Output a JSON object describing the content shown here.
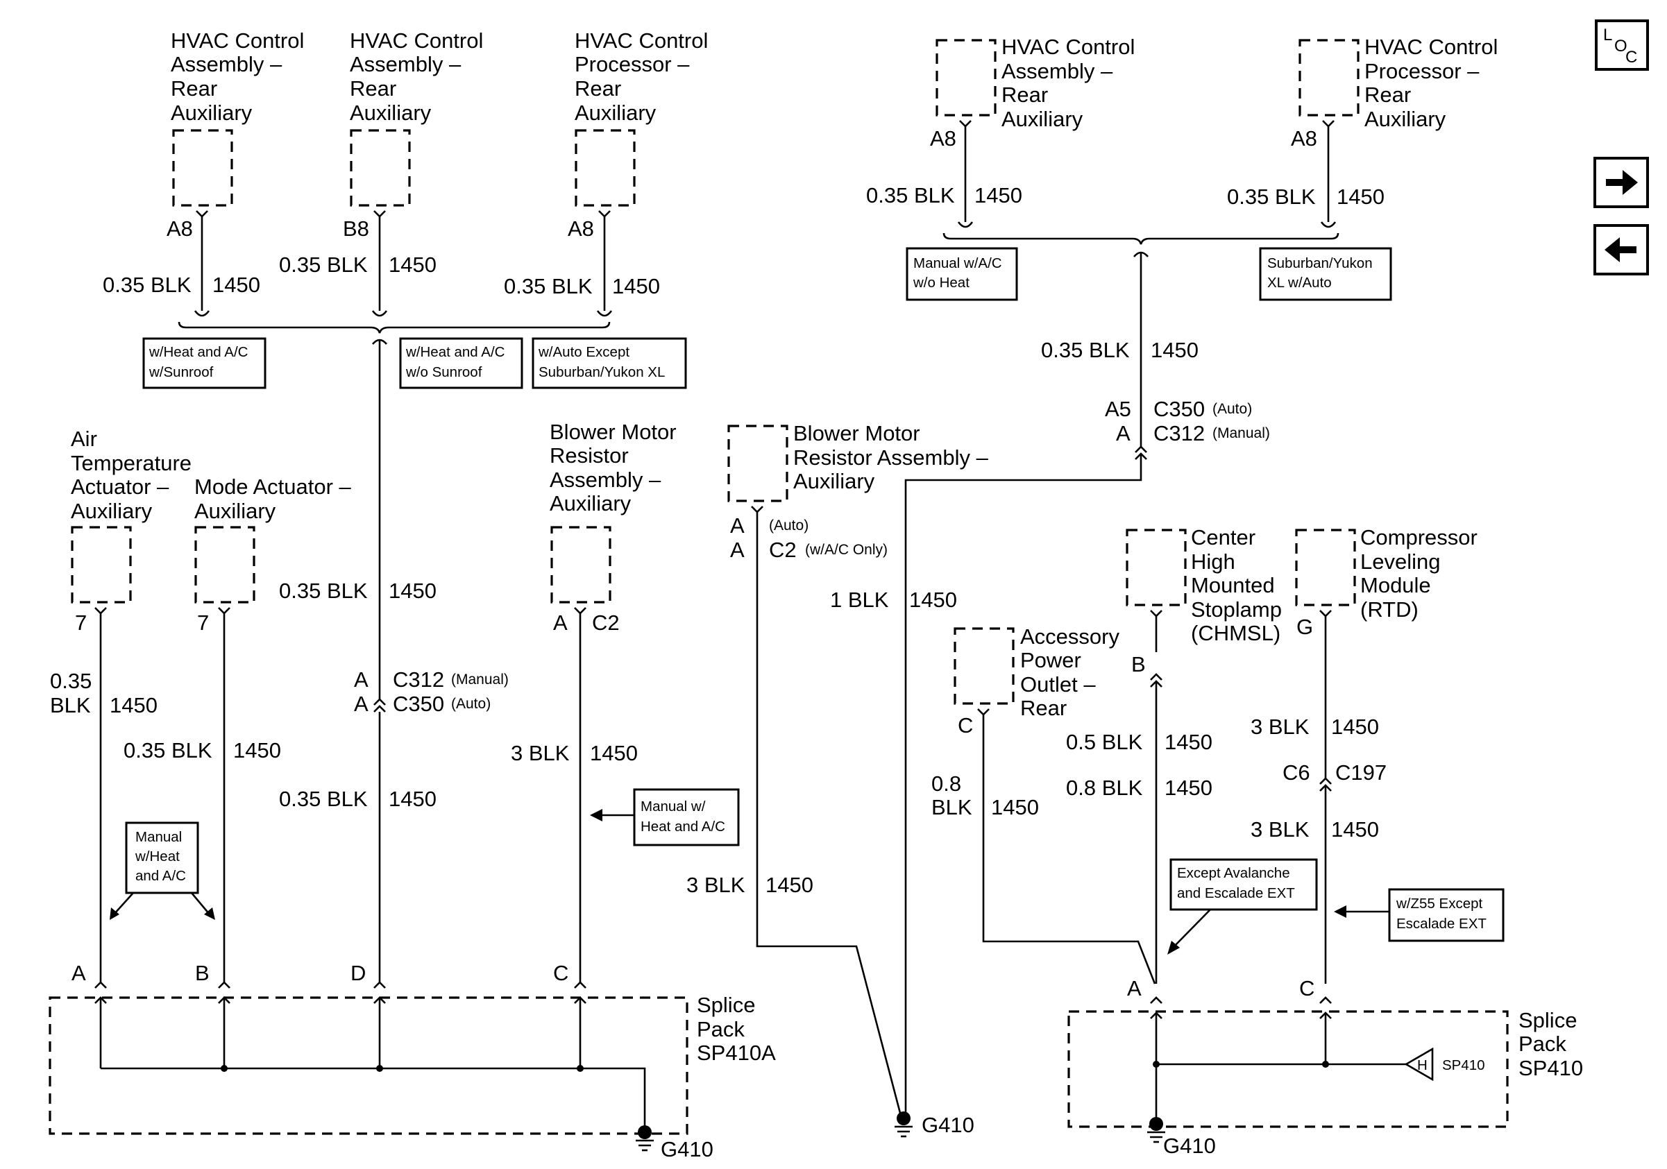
{
  "nav": {
    "loc_l": "L",
    "loc_o": "O",
    "loc_c": "C"
  },
  "left_section": {
    "hvac_assy_1": [
      "HVAC Control",
      "Assembly –",
      "Rear",
      "Auxiliary"
    ],
    "hvac_assy_2": [
      "HVAC Control",
      "Assembly –",
      "Rear",
      "Auxiliary"
    ],
    "hvac_proc": [
      "HVAC Control",
      "Processor –",
      "Rear",
      "Auxiliary"
    ],
    "pin_a8_1": "A8",
    "pin_b8": "B8",
    "pin_a8_2": "A8",
    "wire_1": "0.35 BLK",
    "circ_1": "1450",
    "wire_2": "0.35 BLK",
    "circ_2": "1450",
    "wire_3": "0.35 BLK",
    "circ_3": "1450",
    "opt_1": [
      "w/Heat and A/C",
      "w/Sunroof"
    ],
    "opt_2": [
      "w/Heat and A/C",
      "w/o Sunroof"
    ],
    "opt_3": [
      "w/Auto Except",
      "Suburban/Yukon XL"
    ],
    "air_temp": [
      "Air",
      "Temperature",
      "Actuator –",
      "Auxiliary"
    ],
    "mode_act": [
      "Mode Actuator –",
      "Auxiliary"
    ],
    "blower_res": [
      "Blower Motor",
      "Resistor",
      "Assembly –",
      "Auxiliary"
    ],
    "pin_7_1": "7",
    "pin_7_2": "7",
    "pin_a_c2": "A",
    "conn_c2": "C2",
    "wire_trunk_top": "0.35 BLK",
    "circ_trunk_top": "1450",
    "trunk_pin_a1": "A",
    "trunk_conn_1": "C312",
    "trunk_conn_1_note": "(Manual)",
    "trunk_pin_a2": "A",
    "trunk_conn_2": "C350",
    "trunk_conn_2_note": "(Auto)",
    "wire_trunk_bot": "0.35 BLK",
    "circ_trunk_bot": "1450",
    "wire_air_1": "0.35",
    "wire_air_2": "BLK",
    "circ_air": "1450",
    "wire_mode": "0.35 BLK",
    "circ_mode": "1450",
    "wire_blower": "3 BLK",
    "circ_blower": "1450",
    "note_manual_1": [
      "Manual",
      "w/Heat",
      "and A/C"
    ],
    "note_manual_2": [
      "Manual w/",
      "Heat and A/C"
    ],
    "sp_pin_a": "A",
    "sp_pin_b": "B",
    "sp_pin_d": "D",
    "sp_pin_c": "C",
    "splice_name": [
      "Splice",
      "Pack",
      "SP410A"
    ],
    "ground": "G410"
  },
  "middle_section": {
    "blower_aux": [
      "Blower Motor",
      "Resistor Assembly –",
      "Auxiliary"
    ],
    "pin_a1": "A",
    "pin_a1_note": "(Auto)",
    "pin_a2": "A",
    "conn_c2": "C2",
    "conn_c2_note": "(w/A/C Only)",
    "wire_1blk": "1 BLK",
    "circ_1blk": "1450",
    "wire_3blk": "3 BLK",
    "circ_3blk": "1450",
    "ground": "G410"
  },
  "right_section": {
    "hvac_assy": [
      "HVAC Control",
      "Assembly –",
      "Rear",
      "Auxiliary"
    ],
    "hvac_proc": [
      "HVAC Control",
      "Processor –",
      "Rear",
      "Auxiliary"
    ],
    "pin_a8_1": "A8",
    "pin_a8_2": "A8",
    "wire_1": "0.35 BLK",
    "circ_1": "1450",
    "wire_2": "0.35 BLK",
    "circ_2": "1450",
    "opt_1": [
      "Manual w/A/C",
      "w/o Heat"
    ],
    "opt_2": [
      "Suburban/Yukon",
      "XL w/Auto"
    ],
    "wire_3": "0.35 BLK",
    "circ_3": "1450",
    "pin_a5": "A5",
    "conn_c350": "C350",
    "conn_c350_note": "(Auto)",
    "pin_a": "A",
    "conn_c312": "C312",
    "conn_c312_note": "(Manual)",
    "chmsl": [
      "Center",
      "High",
      "Mounted",
      "Stoplamp",
      "(CHMSL)"
    ],
    "compressor": [
      "Compressor",
      "Leveling",
      "Module",
      "(RTD)"
    ],
    "accessory": [
      "Accessory",
      "Power",
      "Outlet –",
      "Rear"
    ],
    "pin_b": "B",
    "pin_g": "G",
    "pin_c": "C",
    "wire_05": "0.5 BLK",
    "circ_05": "1450",
    "wire_08": "0.8 BLK",
    "circ_08": "1450",
    "wire_acc_1": "0.8",
    "wire_acc_2": "BLK",
    "circ_acc": "1450",
    "wire_3blk_1": "3 BLK",
    "circ_3blk_1": "1450",
    "pin_c6": "C6",
    "conn_c197": "C197",
    "wire_3blk_2": "3 BLK",
    "circ_3blk_2": "1450",
    "note_except": [
      "Except Avalanche",
      "and Escalade EXT"
    ],
    "note_z55": [
      "w/Z55 Except",
      "Escalade EXT"
    ],
    "sp_pin_a": "A",
    "sp_pin_c": "C",
    "sp_tag": "H",
    "sp_tag_name": "SP410",
    "splice_name": [
      "Splice",
      "Pack",
      "SP410"
    ],
    "ground": "G410"
  }
}
